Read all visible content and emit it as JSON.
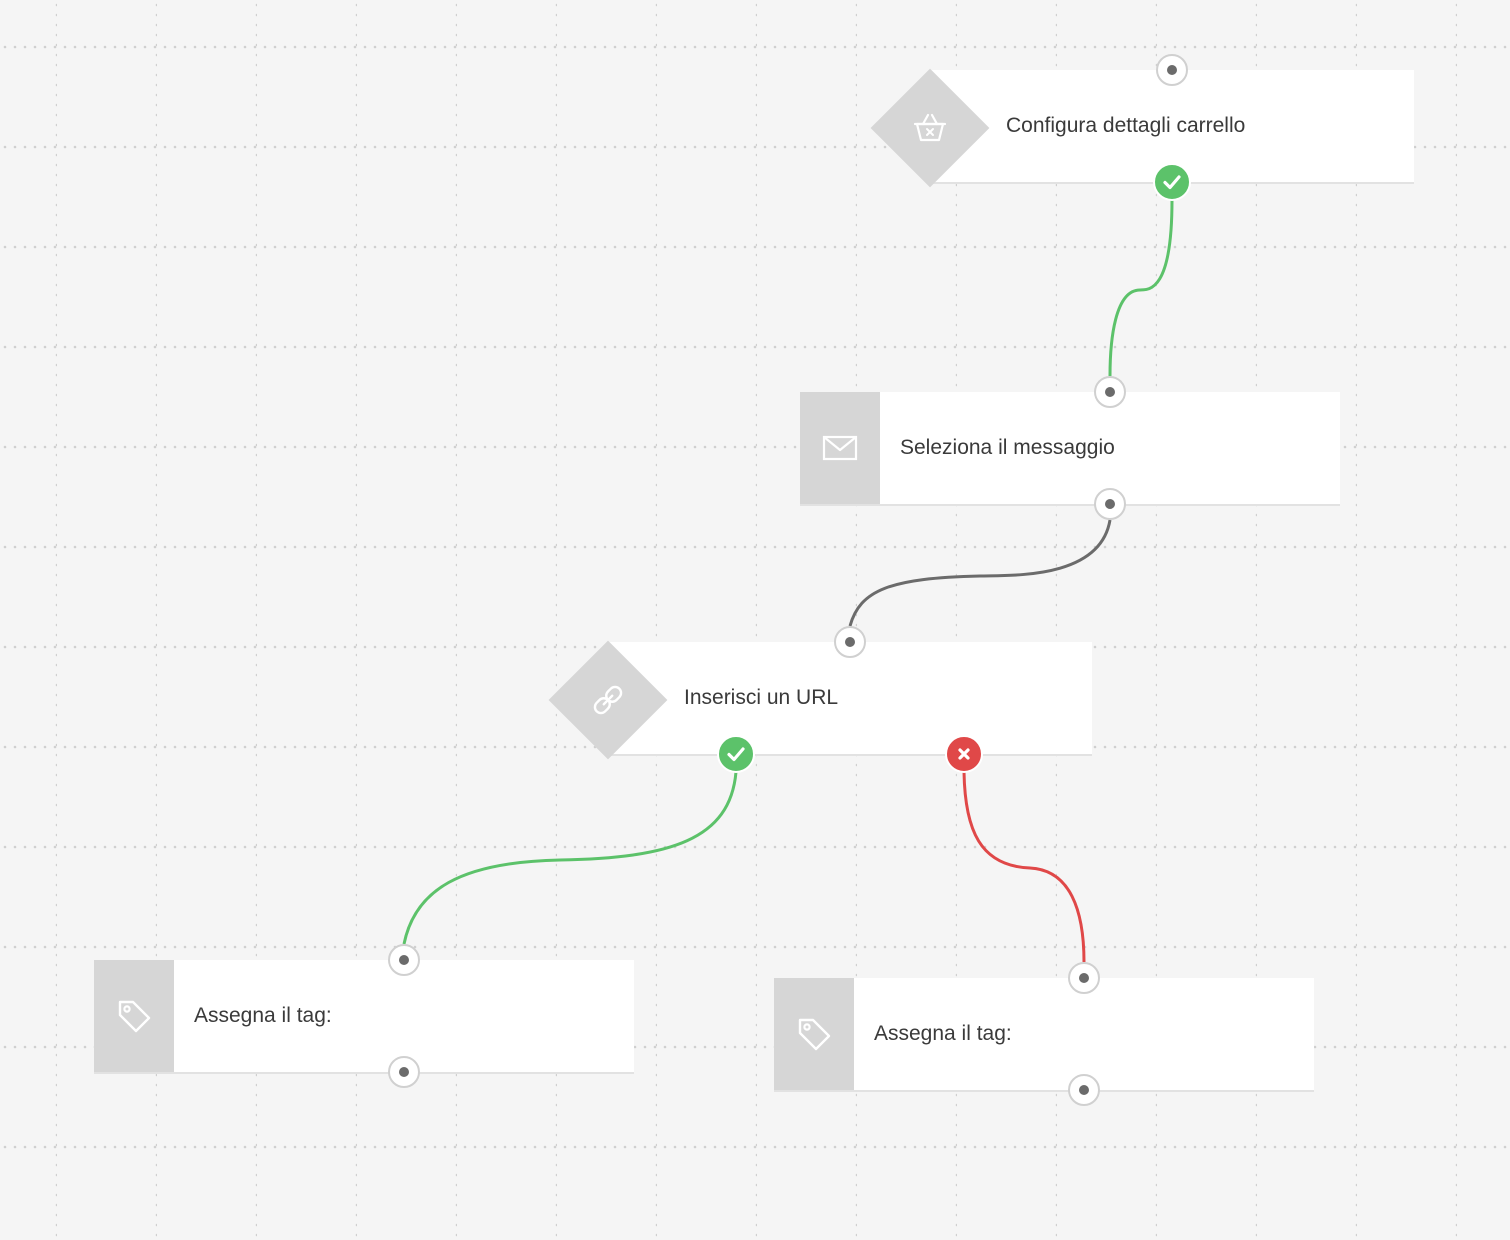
{
  "canvas": {
    "colors": {
      "background": "#f5f5f5",
      "grid_dot": "#cfcfcf",
      "block": "#ffffff",
      "icon_bg": "#d6d6d6",
      "success": "#5cc26a",
      "failure": "#e04848",
      "neutral_connector": "#6b6b6b"
    }
  },
  "blocks": {
    "cart": {
      "label": "Configura dettagli carrello",
      "icon": "basket-icon"
    },
    "message": {
      "label": "Seleziona il messaggio",
      "icon": "envelope-icon"
    },
    "url": {
      "label": "Inserisci un URL",
      "icon": "link-icon"
    },
    "tag_left": {
      "label": "Assegna il tag:",
      "icon": "tag-icon"
    },
    "tag_right": {
      "label": "Assegna il tag:",
      "icon": "tag-icon"
    }
  },
  "connections": [
    {
      "from": "cart",
      "to": "message",
      "outcome": "success"
    },
    {
      "from": "message",
      "to": "url",
      "outcome": "neutral"
    },
    {
      "from": "url",
      "to": "tag_left",
      "outcome": "success"
    },
    {
      "from": "url",
      "to": "tag_right",
      "outcome": "failure"
    }
  ]
}
